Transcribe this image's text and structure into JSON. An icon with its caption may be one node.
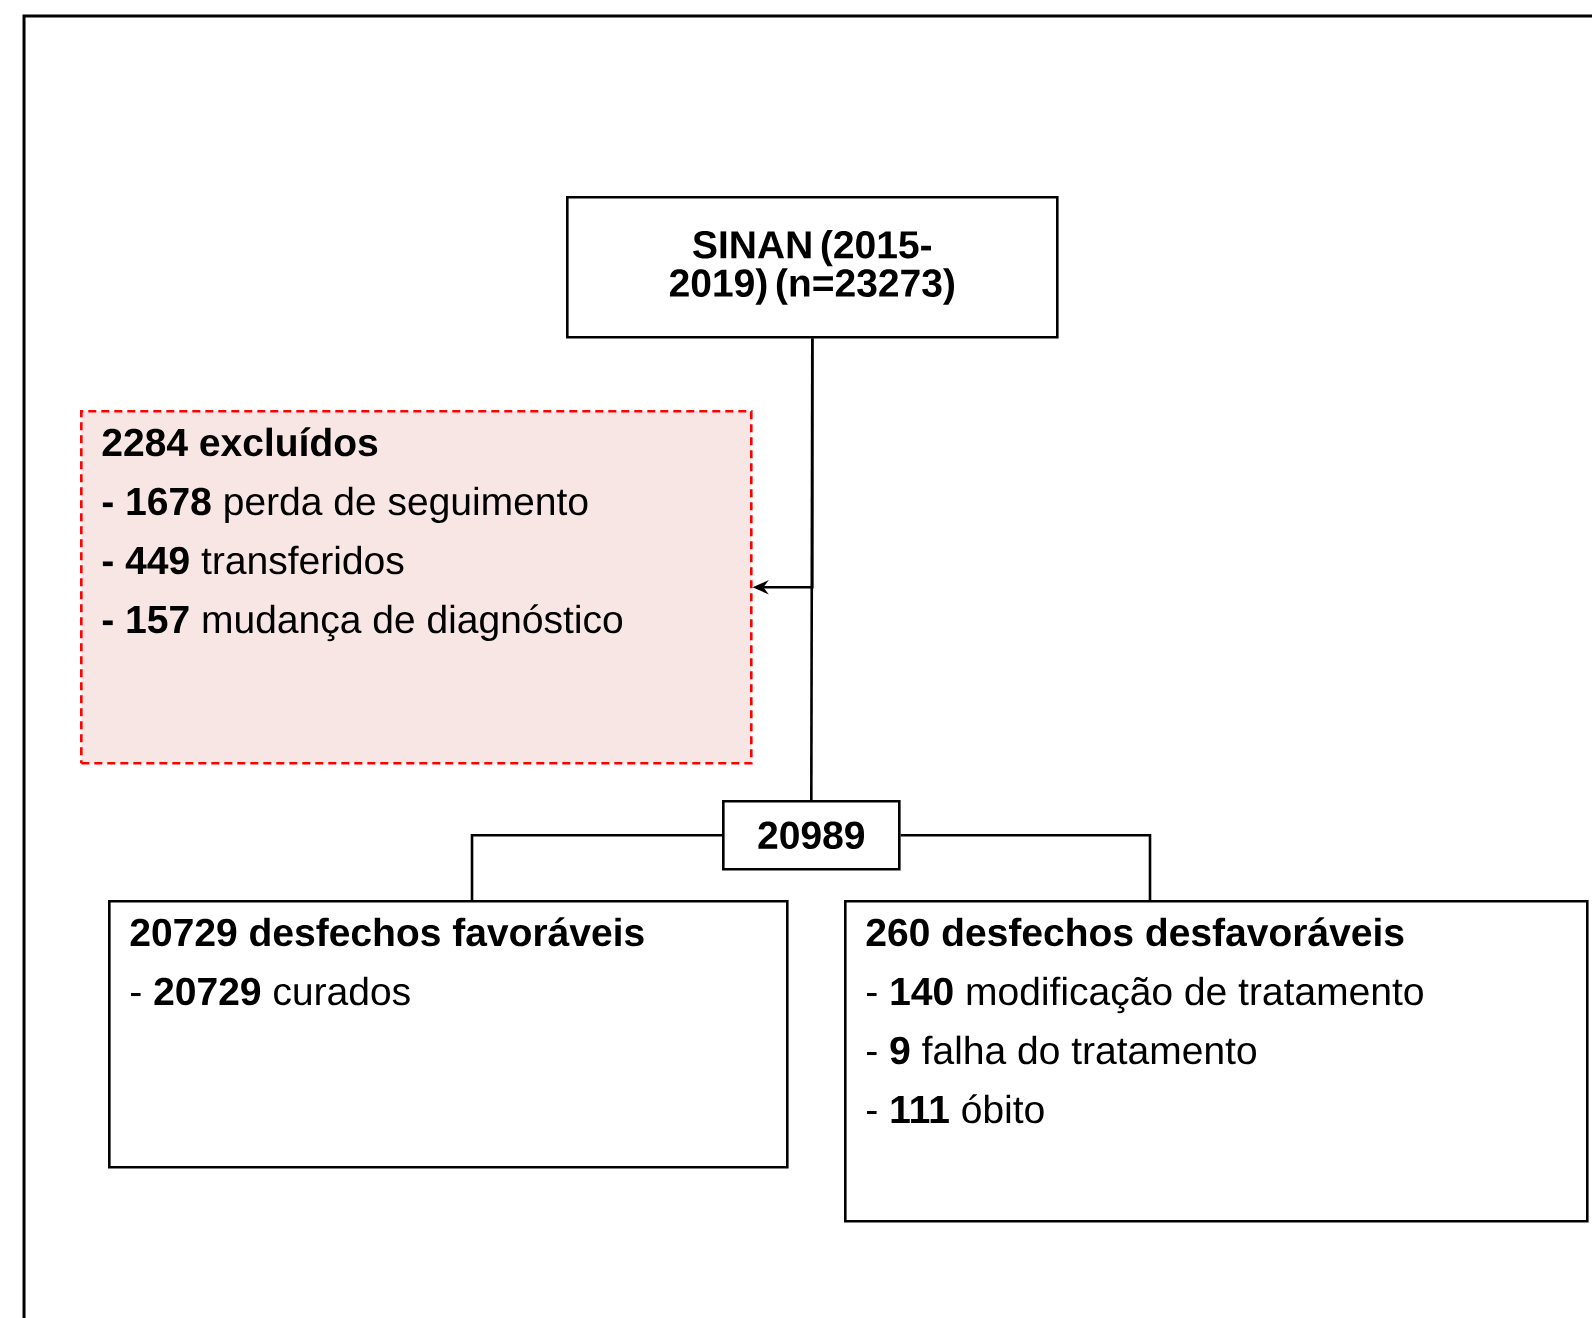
{
  "diagram": {
    "nodes": [
      {
        "text": [
          "SINAN (2015-2019) (n=23273)"
        ]
      },
      {
        "text": [
          "2284 excluídos",
          "**- 1678** perda de seguimento",
          "**- 449** transferidos",
          "**- 157** mudança de diagnóstico"
        ]
      },
      {
        "text": [
          "20989"
        ]
      },
      {
        "text": [
          "20729 desfechos favoráveis",
          "- **20729** curados"
        ]
      },
      {
        "text": [
          "260 desfechos desfavoráveis",
          "- **140** modificação de tratamento",
          "- **9** falha do tratamento",
          "- **111** óbito"
        ]
      }
    ],
    "edges": [
      {
        "from": 0,
        "to": 1,
        "arrow": "to"
      },
      {
        "from": 0,
        "to": 2,
        "arrow": "none"
      },
      {
        "from": 2,
        "to": 3,
        "arrow": "none"
      },
      {
        "from": 2,
        "to": 4,
        "arrow": "none"
      }
    ]
  }
}
